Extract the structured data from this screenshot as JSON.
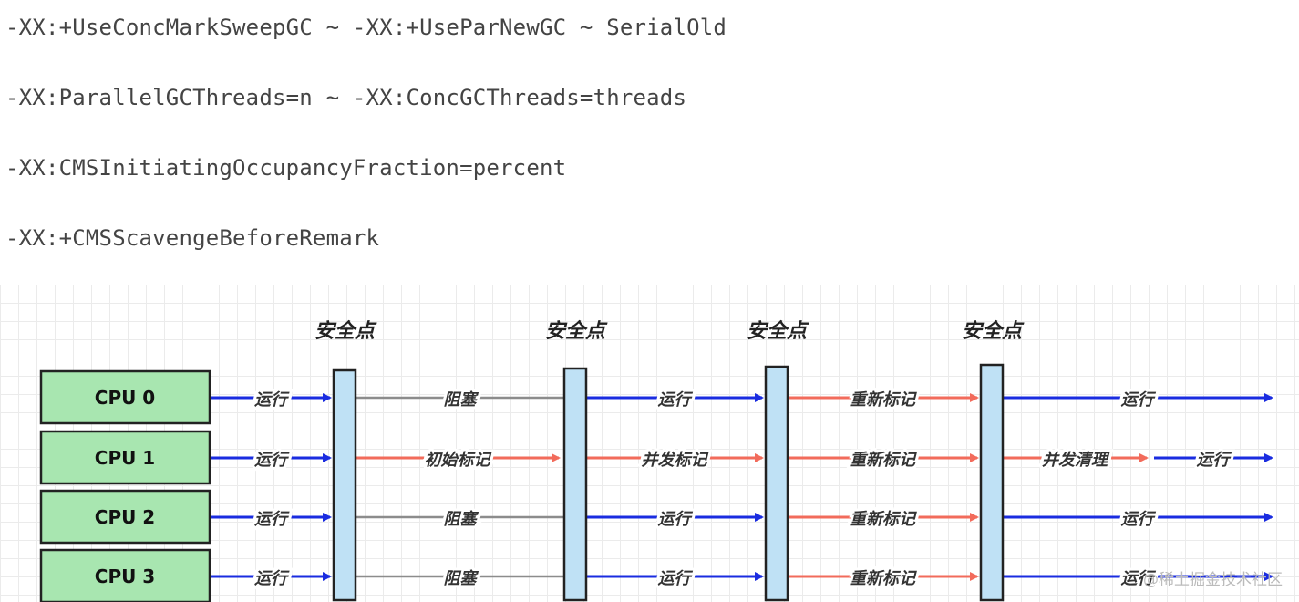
{
  "options": [
    "-XX:+UseConcMarkSweepGC ~ -XX:+UseParNewGC ~ SerialOld",
    "-XX:ParallelGCThreads=n ~ -XX:ConcGCThreads=threads",
    "-XX:CMSInitiatingOccupancyFraction=percent",
    "-XX:+CMSScavengeBeforeRemark"
  ],
  "diagram": {
    "safepoint_label": "安全点",
    "cpus": [
      "CPU 0",
      "CPU 1",
      "CPU 2",
      "CPU 3"
    ],
    "segments": [
      [
        "运行",
        "阻塞",
        "运行",
        "重新标记",
        "运行"
      ],
      [
        "运行",
        "初始标记",
        "并发标记",
        "重新标记",
        "并发清理",
        "运行"
      ],
      [
        "运行",
        "阻塞",
        "运行",
        "重新标记",
        "运行"
      ],
      [
        "运行",
        "阻塞",
        "运行",
        "重新标记",
        "运行"
      ]
    ],
    "colors": {
      "run": "#1a2ce0",
      "block": "#8c8c8c",
      "gc": "#f26b5b",
      "cpu_fill": "#a8e6b0",
      "safepoint_fill": "#bfe1f5"
    }
  },
  "watermark": "@稀土掘金技术社区"
}
